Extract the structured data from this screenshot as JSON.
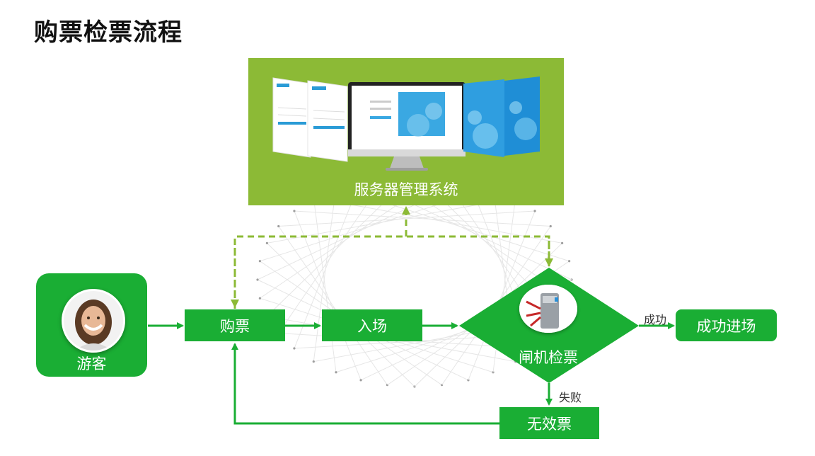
{
  "title": "购票检票流程",
  "server": {
    "label": "服务器管理系统"
  },
  "visitor": {
    "label": "游客"
  },
  "nodes": {
    "buy": "购票",
    "enter": "入场",
    "gate": "闸机检票",
    "success": "成功进场",
    "invalid": "无效票"
  },
  "edges": {
    "success_label": "成功",
    "fail_label": "失败"
  },
  "colors": {
    "node_green": "#1aae34",
    "panel_green": "#8cba36",
    "dashed_line": "#8cba36"
  }
}
